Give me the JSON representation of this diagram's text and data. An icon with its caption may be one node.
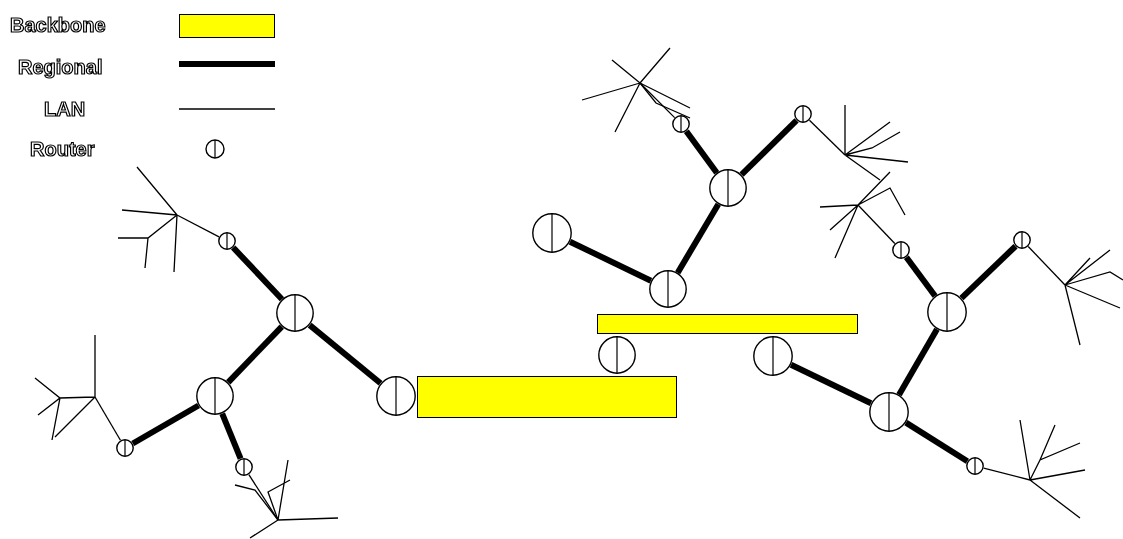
{
  "diagram": {
    "nodes": [
      {
        "text": [],
        "shape": "bar"
      },
      {
        "text": [],
        "shape": "bar"
      },
      {
        "text": [],
        "shape": "circle"
      },
      {
        "text": [],
        "shape": "circle"
      },
      {
        "text": [],
        "shape": "circle"
      },
      {
        "text": [],
        "shape": "circle"
      },
      {
        "text": [],
        "shape": "circle"
      },
      {
        "text": [],
        "shape": "circle"
      },
      {
        "text": [],
        "shape": "circle"
      },
      {
        "text": [],
        "shape": "circle"
      },
      {
        "text": [],
        "shape": "circle"
      },
      {
        "text": [],
        "shape": "circle"
      },
      {
        "text": [],
        "shape": "circle"
      },
      {
        "text": [],
        "shape": "circle"
      },
      {
        "text": [],
        "shape": "circle"
      },
      {
        "text": [],
        "shape": "circle"
      },
      {
        "text": [],
        "shape": "circle"
      },
      {
        "text": [],
        "shape": "circle"
      },
      {
        "text": [],
        "shape": "circle"
      },
      {
        "text": [],
        "shape": "circle"
      }
    ],
    "edges": [
      {
        "from": 2,
        "to": 3,
        "arrow": "none"
      },
      {
        "from": 3,
        "to": 4,
        "arrow": "none"
      },
      {
        "from": 3,
        "to": 5,
        "arrow": "none"
      },
      {
        "from": 5,
        "to": 6,
        "arrow": "none"
      },
      {
        "from": 5,
        "to": 7,
        "arrow": "none"
      },
      {
        "from": 8,
        "to": 9,
        "arrow": "none"
      },
      {
        "from": 9,
        "to": 10,
        "arrow": "none"
      },
      {
        "from": 10,
        "to": 11,
        "arrow": "none"
      },
      {
        "from": 10,
        "to": 12,
        "arrow": "none"
      },
      {
        "from": 14,
        "to": 15,
        "arrow": "none"
      },
      {
        "from": 15,
        "to": 16,
        "arrow": "none"
      },
      {
        "from": 16,
        "to": 17,
        "arrow": "none"
      },
      {
        "from": 16,
        "to": 18,
        "arrow": "none"
      },
      {
        "from": 15,
        "to": 19,
        "arrow": "none"
      },
      {
        "from": 2,
        "to": null,
        "arrow": "none"
      },
      {
        "from": 6,
        "to": null,
        "arrow": "none"
      },
      {
        "from": 7,
        "to": null,
        "arrow": "none"
      },
      {
        "from": 11,
        "to": null,
        "arrow": "none"
      },
      {
        "from": 12,
        "to": null,
        "arrow": "none"
      },
      {
        "from": 17,
        "to": null,
        "arrow": "none"
      },
      {
        "from": 18,
        "to": null,
        "arrow": "none"
      },
      {
        "from": 19,
        "to": null,
        "arrow": "none"
      }
    ],
    "legend": [
      {
        "text": "Backbone",
        "color": "#ffff00"
      },
      {
        "text": "Regional"
      },
      {
        "text": "LAN"
      },
      {
        "text": "Router"
      }
    ]
  }
}
